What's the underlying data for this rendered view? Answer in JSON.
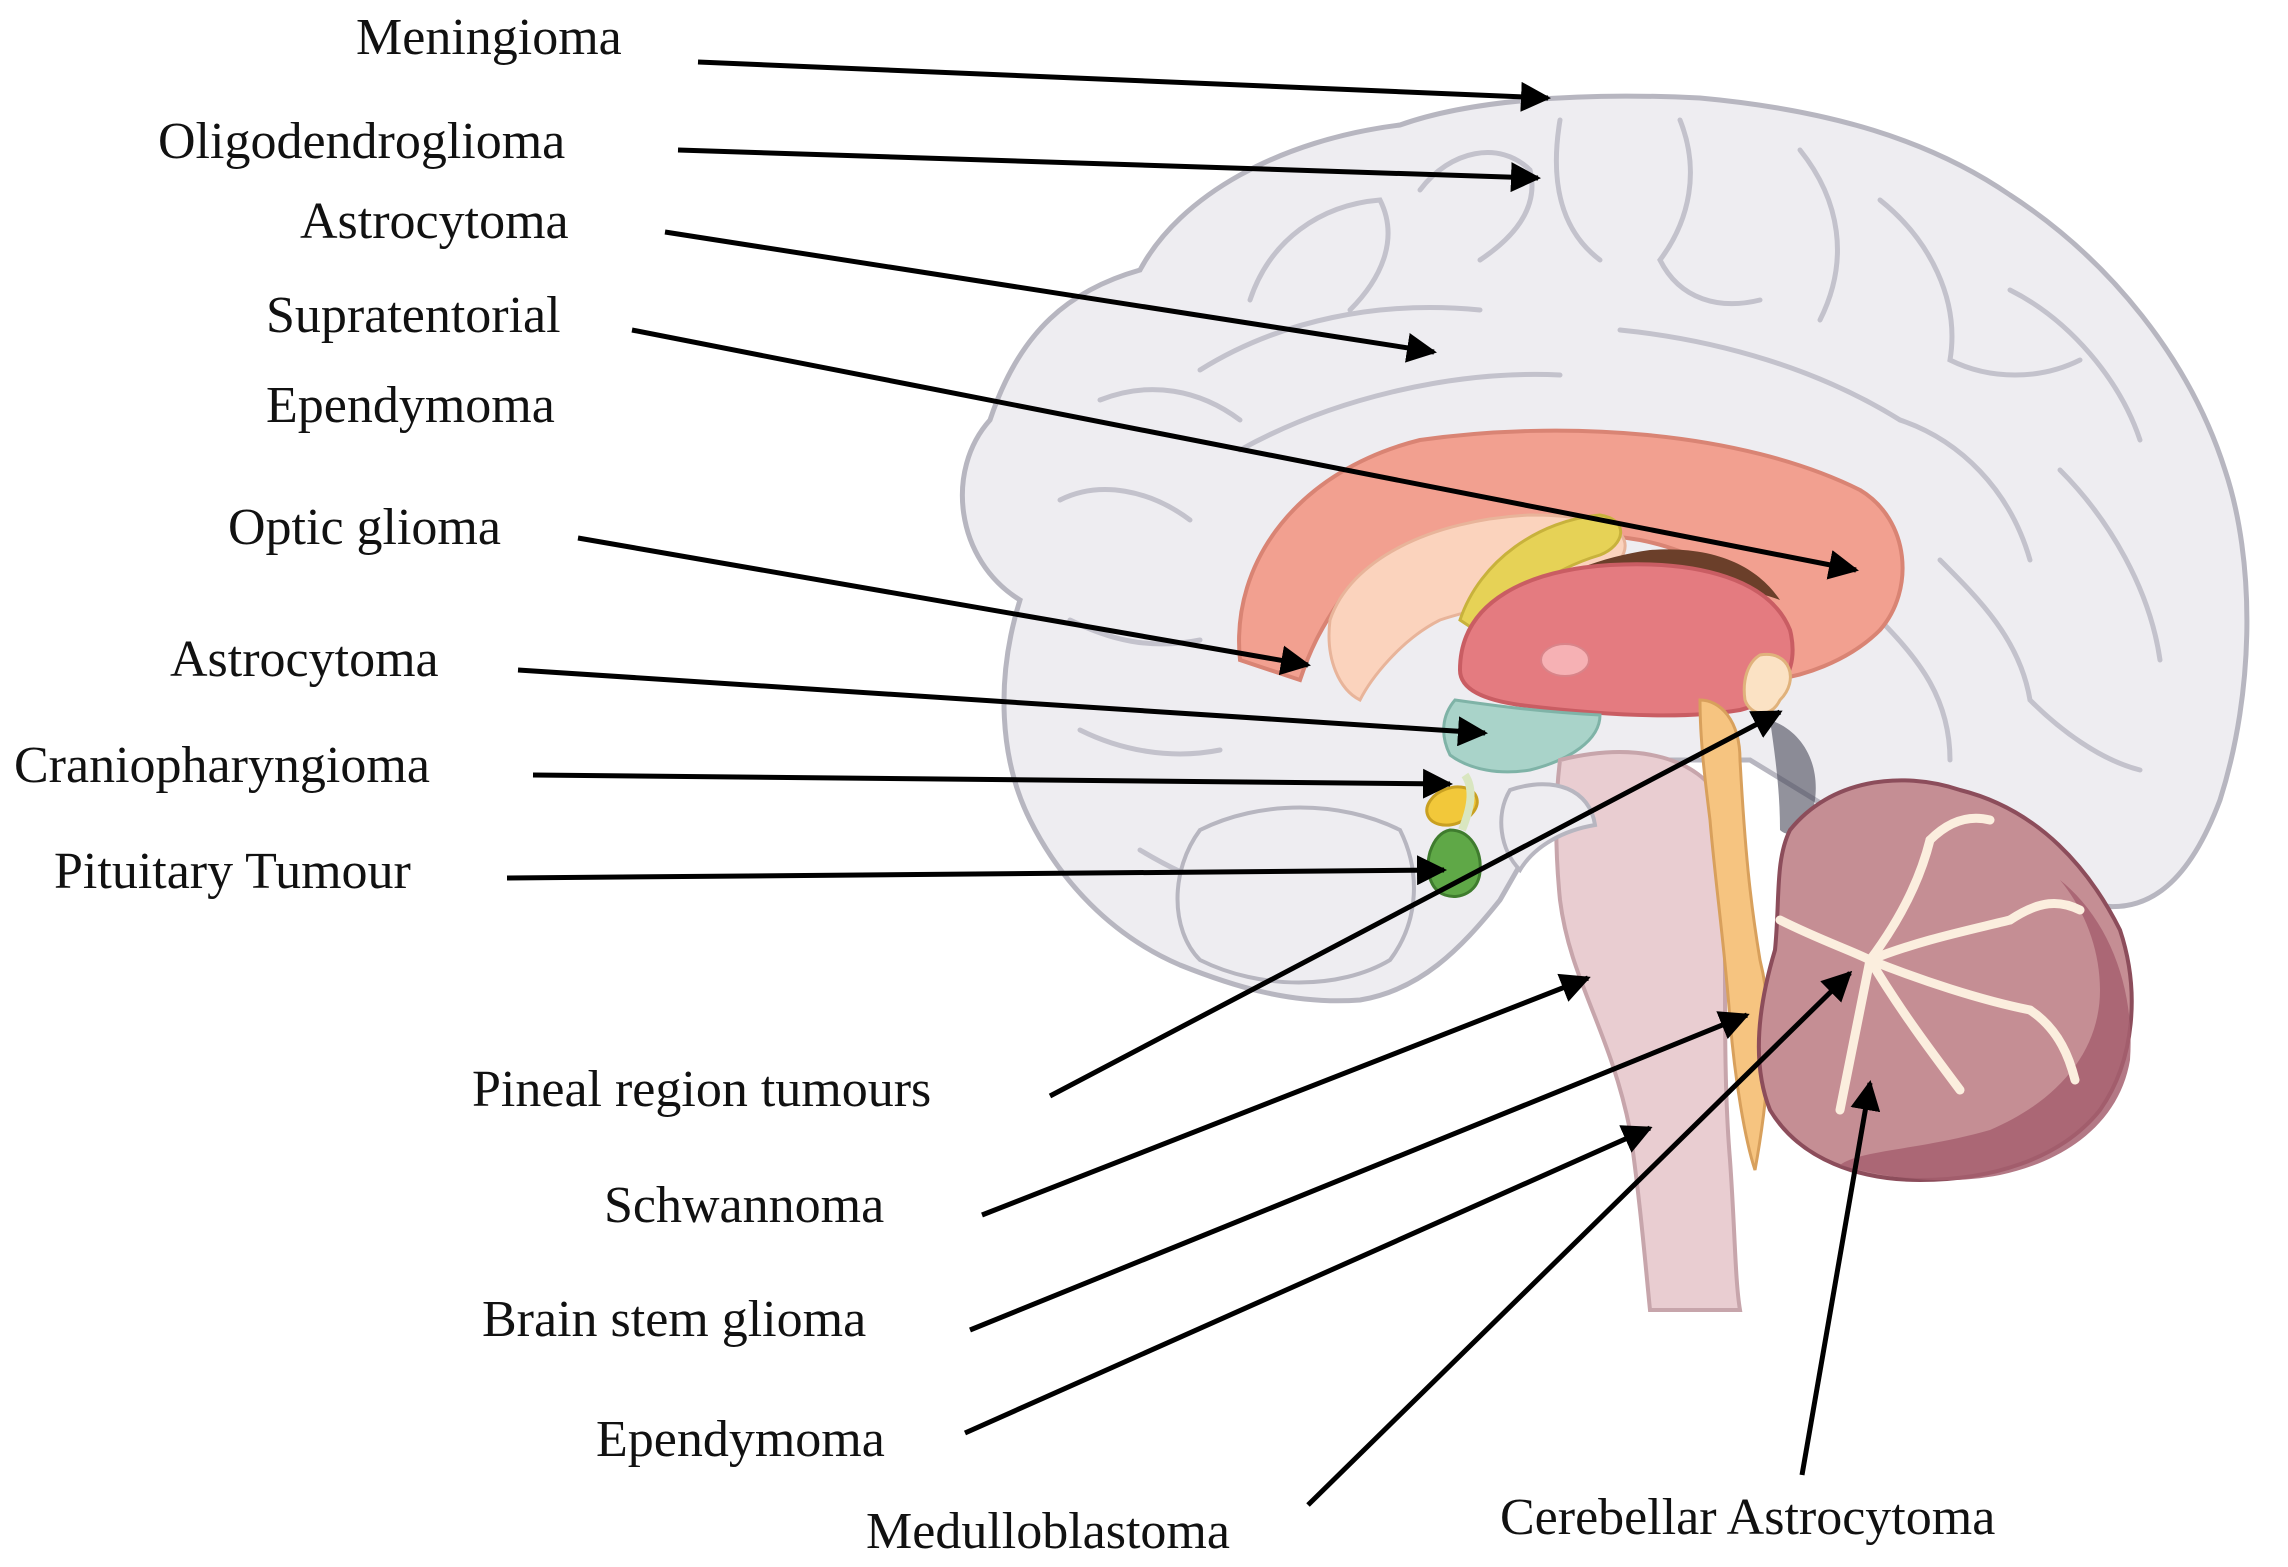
{
  "labels": {
    "meningioma": "Meningioma",
    "oligodendroglioma": "Oligodendroglioma",
    "astrocytoma_cerebral": "Astrocytoma",
    "supratentorial": "Supratentorial",
    "ependymoma_supra": "Ependymoma",
    "optic_glioma": "Optic glioma",
    "astrocytoma_hypothalamic": "Astrocytoma",
    "craniopharyngioma": "Craniopharyngioma",
    "pituitary_tumour": "Pituitary Tumour",
    "pineal_region_tumours": "Pineal region tumours",
    "schwannoma": "Schwannoma",
    "brain_stem_glioma": "Brain stem glioma",
    "ependymoma": "Ependymoma",
    "medulloblastoma": "Medulloblastoma",
    "cerebellar_astrocytoma": "Cerebellar Astrocytoma"
  },
  "colors": {
    "cortex_fill": "#eeedf1",
    "cortex_stroke": "#b7b6c0",
    "corpus_callosum": "#f2a090",
    "fornix_inner": "#fbd3bd",
    "thalamus": "#e47b80",
    "thalamus_highlight": "#f6b1b4",
    "caudate_yellow": "#e6d256",
    "hypothalamus": "#a9d3c9",
    "pituitary": "#5fa847",
    "optic_chiasm": "#f2c83a",
    "brainstem": "#e9cdd1",
    "ventricle_canal": "#f6c480",
    "cerebellum": "#c58e94",
    "cerebellum_dark": "#a66070",
    "arbor_vitae": "#fbeede",
    "arrow": "#000000",
    "text": "#111111"
  }
}
